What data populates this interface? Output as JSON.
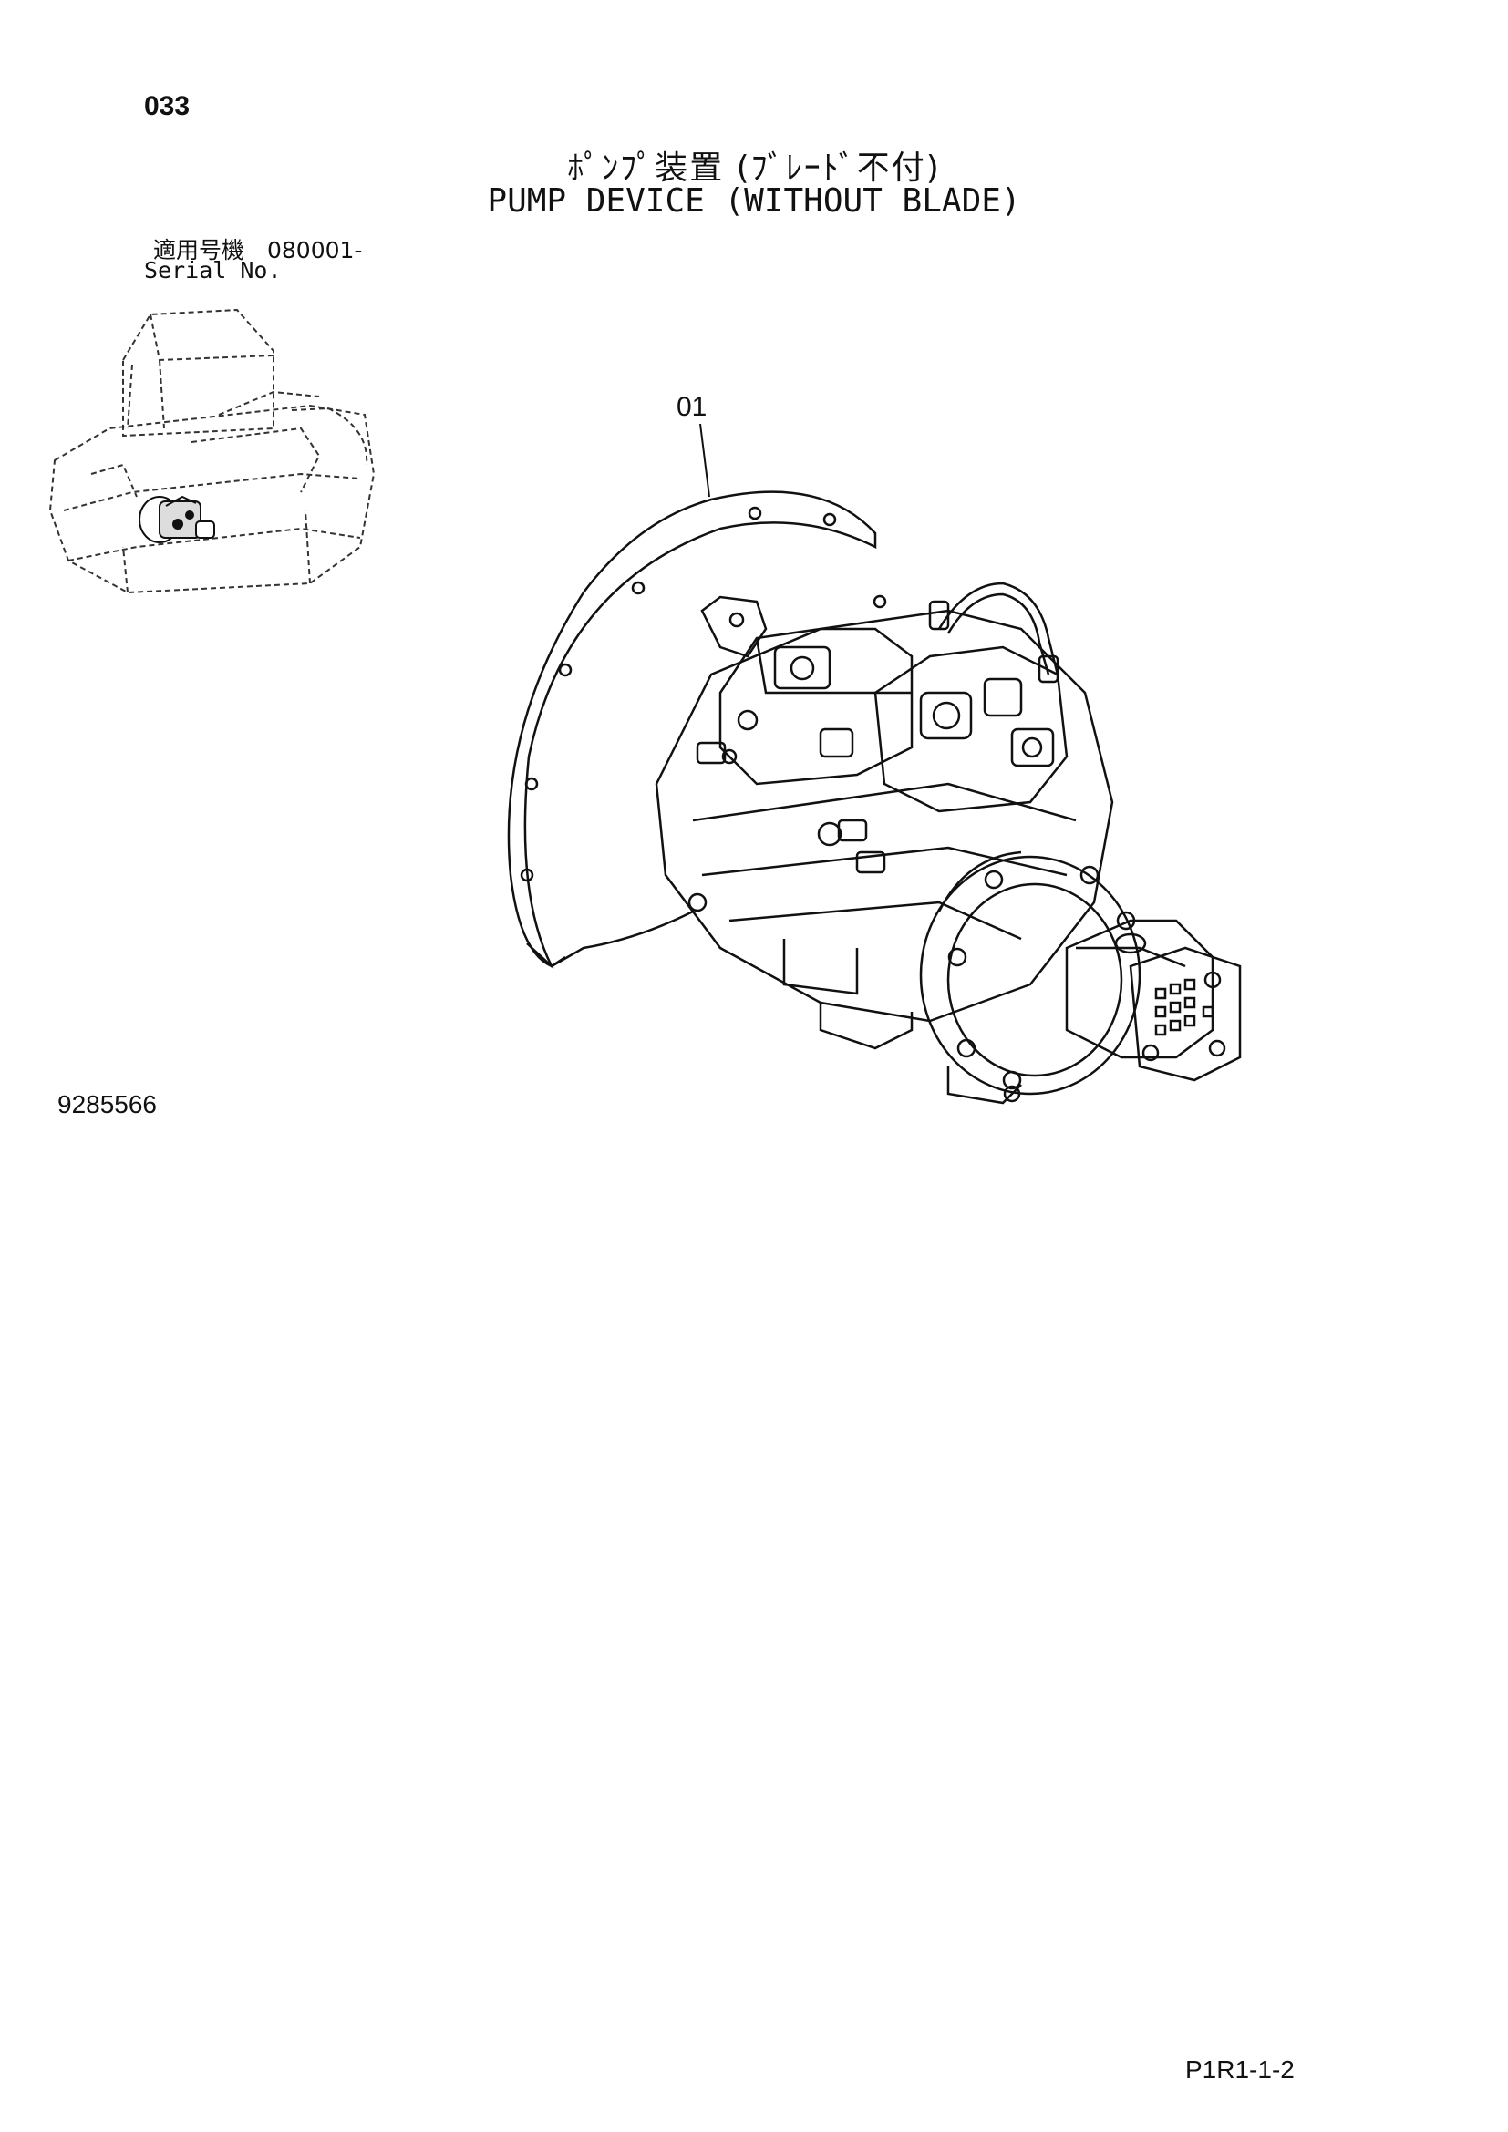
{
  "header": {
    "page_number": "033",
    "title_japanese": "ﾎﾟﾝﾌﾟ装置 (ﾌﾞﾚｰﾄﾞ不付)",
    "title_english": "PUMP DEVICE (WITHOUT BLADE)"
  },
  "applicability": {
    "label_japanese": "適用号機　080001-",
    "label_english": "Serial No."
  },
  "diagram": {
    "callouts": [
      "01"
    ]
  },
  "footer": {
    "drawing_number": "9285566",
    "page_code": "P1R1-1-2"
  }
}
